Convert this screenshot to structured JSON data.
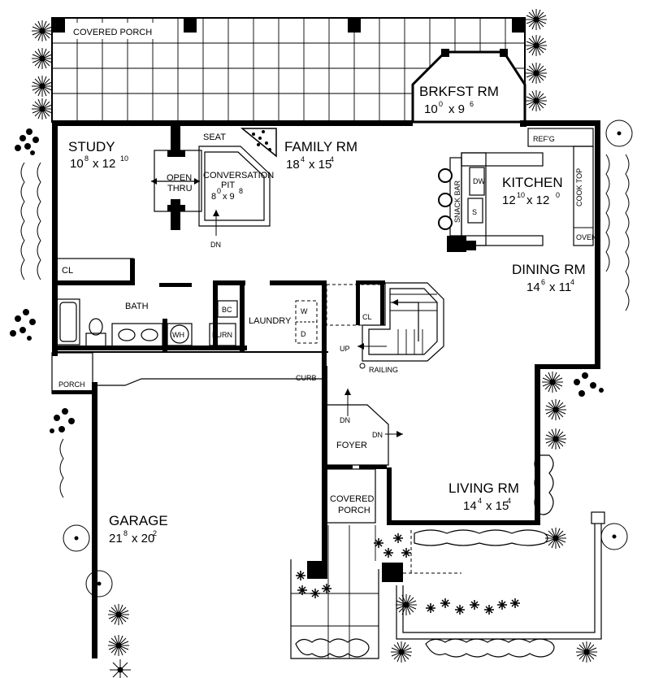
{
  "rooms": {
    "covered_porch_top": "COVERED PORCH",
    "brkfst": {
      "name": "BRKFST RM",
      "dim": "10",
      "d2": "0",
      "x": "x 9",
      "d3": "6"
    },
    "study": {
      "name": "STUDY",
      "dim": "10",
      "d2": "8",
      "x": "x 12",
      "d3": "10"
    },
    "family": {
      "name": "FAMILY RM",
      "dim": "18",
      "d2": "4",
      "x": "x 15",
      "d3": "4"
    },
    "kitchen": {
      "name": "KITCHEN",
      "dim": "12",
      "d2": "10",
      "x": "x 12",
      "d3": "0"
    },
    "dining": {
      "name": "DINING RM",
      "dim": "14",
      "d2": "6",
      "x": "x 11",
      "d3": "4"
    },
    "living": {
      "name": "LIVING RM",
      "dim": "14",
      "d2": "4",
      "x": "x 15",
      "d3": "4"
    },
    "garage": {
      "name": "GARAGE",
      "dim": "21",
      "d2": "8",
      "x": "x 20",
      "d3": "2"
    },
    "conversation": {
      "line1": "CONVERSATION",
      "line2": "PIT",
      "dim": "8",
      "d2": "0",
      "x": "x 9",
      "d3": "8"
    }
  },
  "labels": {
    "seat": "SEAT",
    "open": "OPEN",
    "thru": "THRU",
    "dn1": "DN",
    "dn2": "DN",
    "dn3": "DN",
    "up": "UP",
    "cl1": "CL",
    "cl2": "CL",
    "bath": "BATH",
    "bc": "BC",
    "laundry": "LAUNDRY",
    "w": "W",
    "d": "D",
    "wh": "WH",
    "furn": "FURN",
    "porch": "PORCH",
    "curb": "CURB",
    "railing": "RAILING",
    "foyer": "FOYER",
    "covered": "COVERED",
    "porch2": "PORCH",
    "refg": "REF'G",
    "dw": "DW",
    "s": "S",
    "snack": "SNACK BAR",
    "cooktop": "COOK TOP",
    "oven": "OVEN"
  }
}
